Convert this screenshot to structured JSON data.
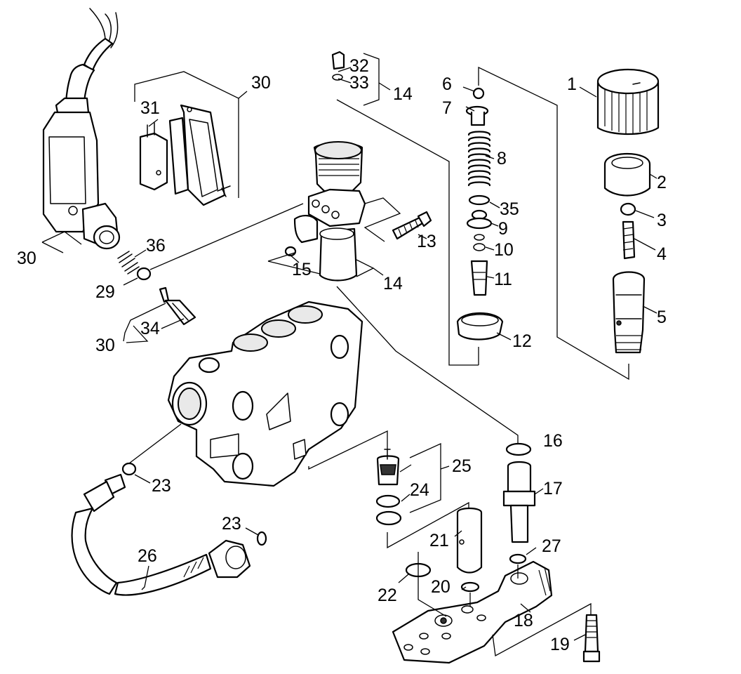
{
  "callouts": {
    "c1": "1",
    "c2": "2",
    "c3": "3",
    "c4": "4",
    "c5": "5",
    "c6": "6",
    "c7": "7",
    "c8": "8",
    "c9": "9",
    "c10": "10",
    "c11": "11",
    "c12": "12",
    "c13": "13",
    "c14a": "14",
    "c14b": "14",
    "c15": "15",
    "c16": "16",
    "c17": "17",
    "c18": "18",
    "c19": "19",
    "c20": "20",
    "c21": "21",
    "c22": "22",
    "c23a": "23",
    "c23b": "23",
    "c24": "24",
    "c25": "25",
    "c26": "26",
    "c27": "27",
    "c29": "29",
    "c30a": "30",
    "c30b": "30",
    "c30c": "30",
    "c31": "31",
    "c32": "32",
    "c33": "33",
    "c34": "34",
    "c35": "35",
    "c36": "36"
  }
}
